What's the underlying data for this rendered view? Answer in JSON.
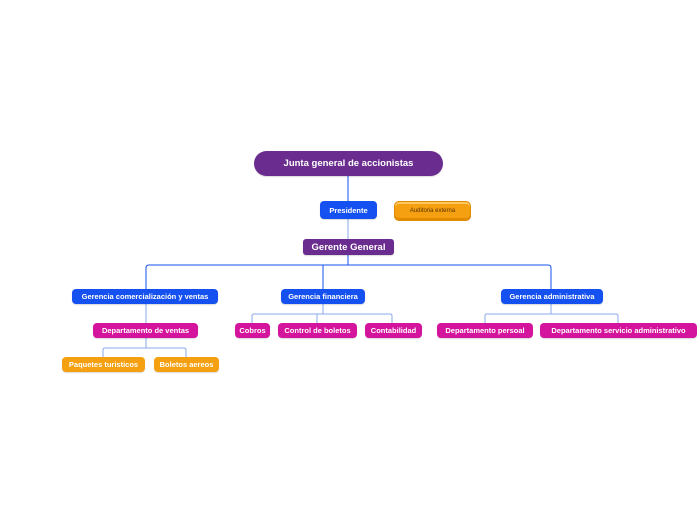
{
  "root": {
    "label": "Junta general de accionistas"
  },
  "presidente": {
    "label": "Presidente"
  },
  "auditoria": {
    "label": "Auditoria externa"
  },
  "gerente_general": {
    "label": "Gerente General"
  },
  "gerencias": [
    {
      "label": "Gerencia comercialización y ventas",
      "departments": [
        {
          "label": "Departamento de ventas",
          "children": [
            "Paquetes turisticos",
            "Boletos aereos"
          ]
        }
      ]
    },
    {
      "label": "Gerencia financiera",
      "departments": [
        {
          "label": "Cobros"
        },
        {
          "label": "Control de boletos"
        },
        {
          "label": "Contabilidad"
        }
      ]
    },
    {
      "label": "Gerencia administrativa",
      "departments": [
        {
          "label": "Departamento persoal"
        },
        {
          "label": "Departamento servicio administrativo"
        }
      ]
    }
  ],
  "colors": {
    "root": "#6a2c8e",
    "gerencia": "#1550f0",
    "department": "#d4149c",
    "leaf": "#f5a010",
    "connector_main": "#1550f0",
    "connector_light": "#8aa8e8"
  }
}
